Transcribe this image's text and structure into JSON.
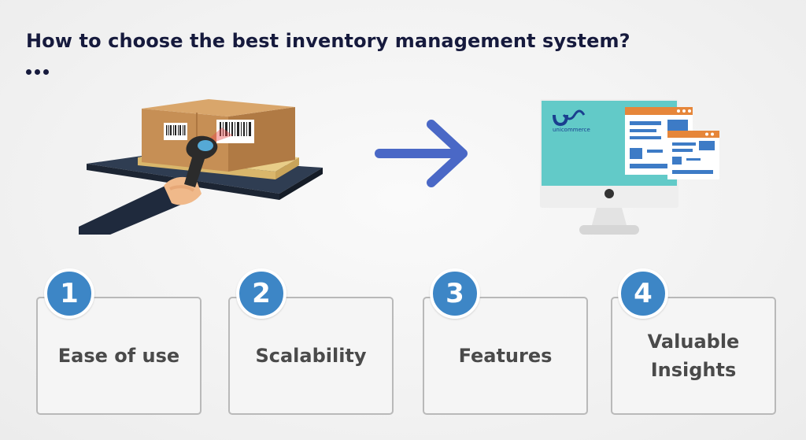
{
  "heading": "How to choose the best inventory management system?",
  "monitor": {
    "logo_text": "unicommerce"
  },
  "steps": [
    {
      "number": "1",
      "label": "Ease of use"
    },
    {
      "number": "2",
      "label": "Scalability"
    },
    {
      "number": "3",
      "label": "Features"
    },
    {
      "number": "4",
      "label": "Valuable Insights"
    }
  ],
  "colors": {
    "heading": "#161a3d",
    "badge": "#3d86c6",
    "arrow": "#4a68c6",
    "card_border": "#b9b9b9",
    "card_text": "#4a4a4a",
    "screen": "#62cac8",
    "box": "#c68f55"
  },
  "icons": [
    "more-dots-icon",
    "right-arrow-icon",
    "barcode-scanner-icon",
    "monitor-icon"
  ]
}
